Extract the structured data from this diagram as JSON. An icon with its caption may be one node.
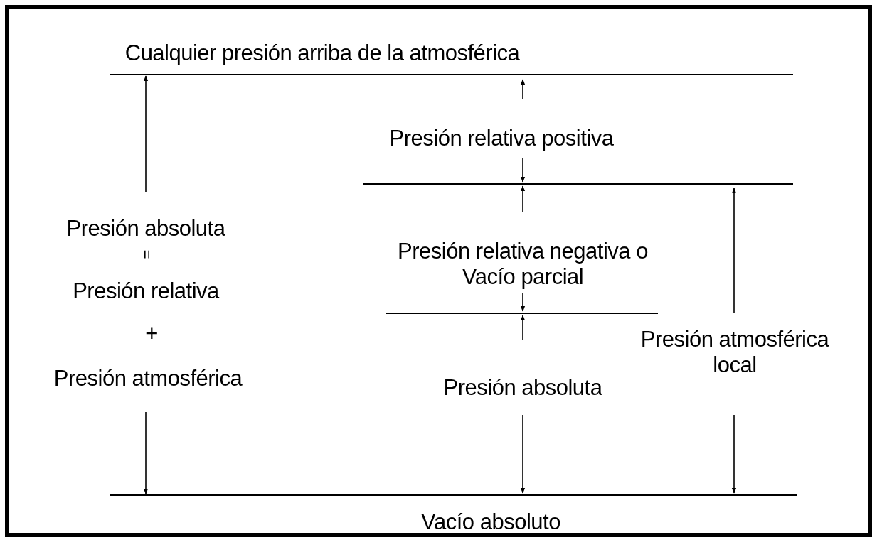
{
  "diagram": {
    "labels": [
      "Cualquier presión arriba de la atmosférica",
      "Presión relativa positiva",
      "Presión absoluta",
      "=",
      "Presión relativa",
      "+",
      "Presión atmosférica",
      "Presión relativa negativa o Vacío parcial",
      "Presión atmosférica local",
      "Presión absoluta",
      "Vacío absoluto"
    ]
  }
}
